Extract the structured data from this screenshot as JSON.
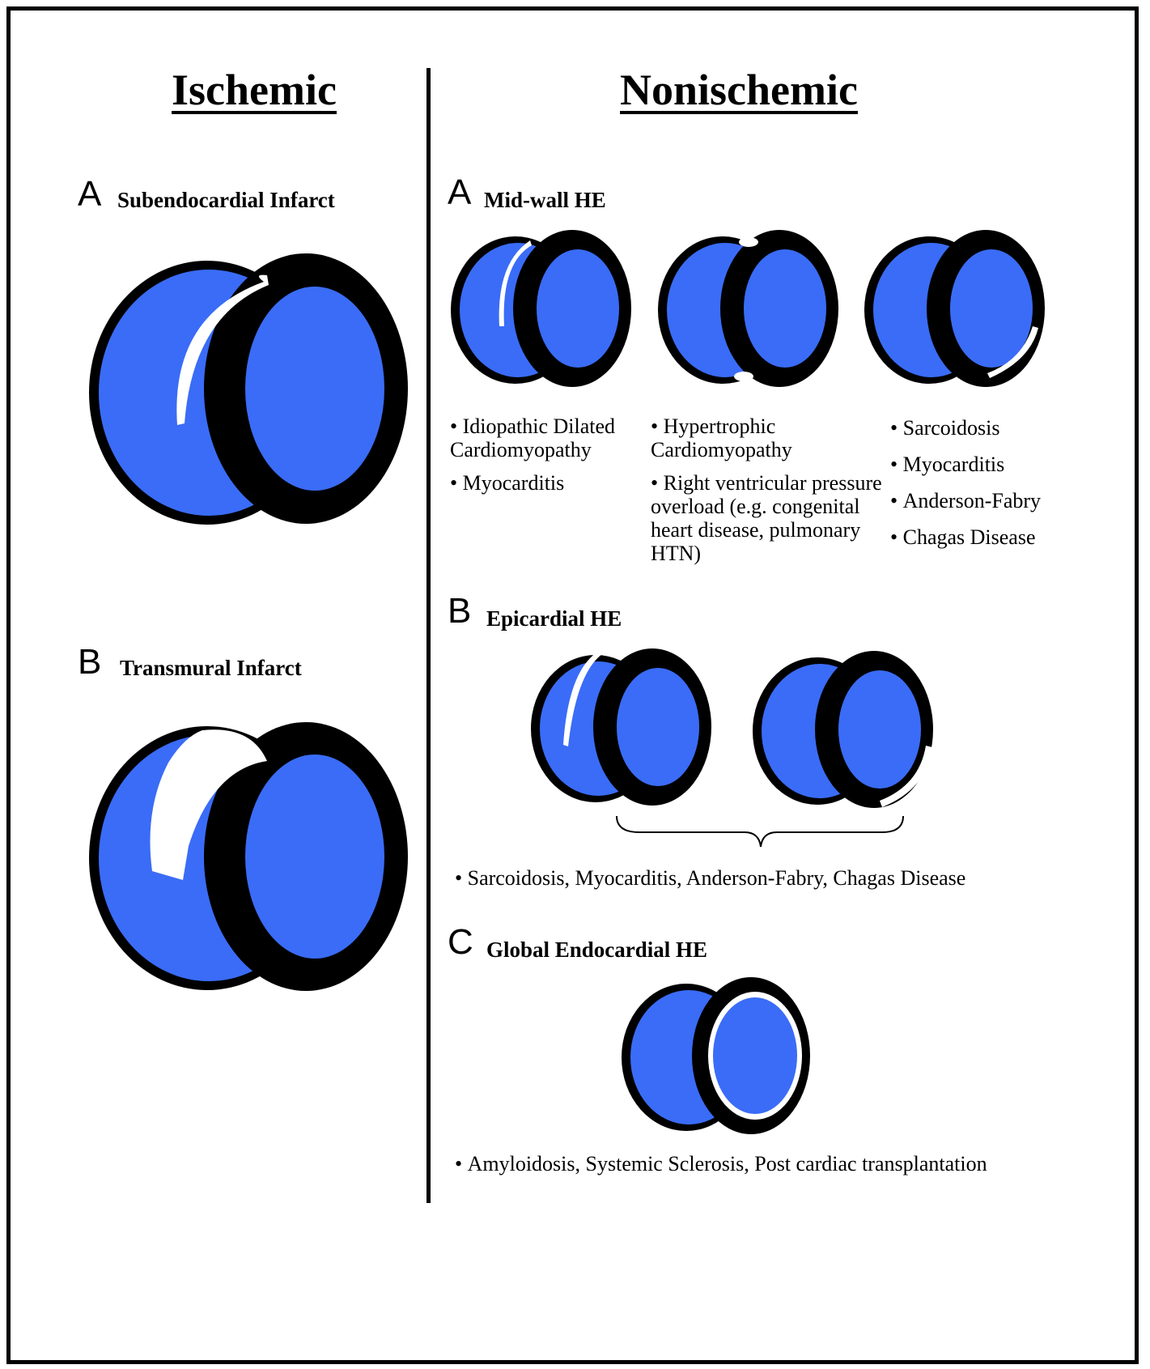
{
  "colors": {
    "myocardium": "#000000",
    "cavity": "#3a6cf7",
    "enhancement": "#ffffff"
  },
  "ischemic": {
    "title": "Ischemic",
    "a": {
      "letter": "A",
      "heading": "Subendocardial Infarct"
    },
    "b": {
      "letter": "B",
      "heading": "Transmural Infarct"
    }
  },
  "nonischemic": {
    "title": "Nonischemic",
    "a": {
      "letter": "A",
      "heading": "Mid-wall HE",
      "col1": [
        "Idiopathic Dilated Cardiomyopathy",
        "Myocarditis"
      ],
      "col2": [
        "Hypertrophic Cardiomyopathy",
        "Right ventricular pressure overload (e.g. congenital heart disease, pulmonary HTN)"
      ],
      "col3": [
        "Sarcoidosis",
        "Myocarditis",
        "Anderson-Fabry",
        "Chagas Disease"
      ]
    },
    "b": {
      "letter": "B",
      "heading": "Epicardial HE",
      "caption": "Sarcoidosis, Myocarditis, Anderson-Fabry, Chagas Disease"
    },
    "c": {
      "letter": "C",
      "heading": "Global Endocardial HE",
      "caption": "Amyloidosis, Systemic Sclerosis, Post cardiac transplantation"
    }
  }
}
